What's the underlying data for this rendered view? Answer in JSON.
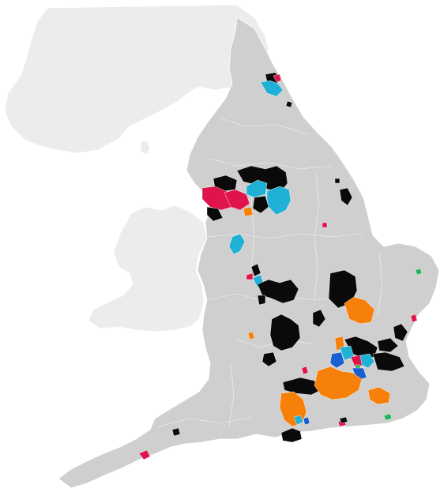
{
  "colors": {
    "background": "#ffffff",
    "neighbor_land": "#ececec",
    "england_land": "#cfcfcf",
    "boundary_line": "#ffffff"
  },
  "categories": [
    {
      "key": "black",
      "color": "#0a0a0a"
    },
    {
      "key": "cyan",
      "color": "#1fb0d6"
    },
    {
      "key": "red",
      "color": "#e0134b"
    },
    {
      "key": "orange",
      "color": "#f7800a"
    },
    {
      "key": "blue",
      "color": "#1a5fd0"
    },
    {
      "key": "green",
      "color": "#1eb45a"
    }
  ]
}
